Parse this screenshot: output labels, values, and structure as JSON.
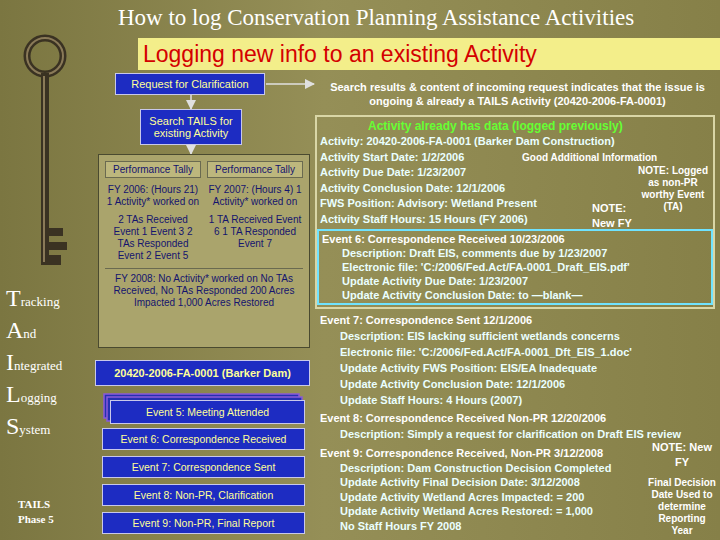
{
  "diagram": {
    "title": "How to log Conservation Planning Assistance Activities",
    "nodes": [
      {
        "text": [
          "Request for Clarification"
        ]
      },
      {
        "text": [
          "Search TAILS for existing Activity"
        ]
      },
      {
        "text": [
          "Performance Tally",
          "Performance Tally",
          "FY 2006: (Hours 21) 1 Activity* worked on",
          "FY 2007: (Hours 4) 1 Activity* worked on",
          "2 TAs Received Event 1 Event 3 2 TAs Responded Event 2 Event 5",
          "1 TA Received Event 6 1 TA Responded Event 7",
          "FY 2008: No Activity* worked on No TAs Received, No TAs Responded 200 Acres Impacted 1,000 Acres Restored"
        ]
      },
      {
        "text": [
          "20420-2006-FA-0001 (Barker Dam)"
        ]
      },
      {
        "text": [
          "Event 5: Meeting Attended"
        ]
      },
      {
        "text": [
          "Event 6: Correspondence Received"
        ]
      },
      {
        "text": [
          "Event 7: Correspondence Sent"
        ]
      },
      {
        "text": [
          "Event 8: Non-PR, Clarification"
        ]
      },
      {
        "text": [
          "Event 9: Non-PR, Final Report"
        ]
      },
      {
        "text": [
          "Activity already has data (logged previously)",
          "Activity: 20420-2006-FA-0001 (Barker Dam Construction)",
          "Activity Start Date: 1/2/2006",
          "Activity Due Date: 1/23/2007",
          "Activity Conclusion Date: 12/1/2006",
          "FWS Position: Advisory: Wetland Present",
          "Activity Staff Hours: 15 Hours (FY 2006)"
        ]
      },
      {
        "text": [
          "Event 6: Correspondence Received 10/23/2006",
          "Description: Draft EIS, comments due by 1/23/2007",
          "Electronic file: 'C:/2006/Fed.Act/FA-0001_Draft_EIS.pdf'",
          "Update Activity Due Date: 1/23/2007",
          "Update Activity Conclusion Date: to —blank—"
        ],
        "in": 9
      }
    ],
    "edges": [
      {
        "from": 0,
        "to": 1,
        "arrow": "to"
      },
      {
        "from": 1,
        "to": 2,
        "arrow": "to"
      }
    ],
    "labels": [
      "Logging new info to an existing Activity",
      "Search results & content of incoming request indicates that the issue is ongoing & already a TAILS Activity (20420-2006-FA-0001)",
      "Tracking",
      "And",
      "Integrated",
      "Logging",
      "System",
      "TAILS",
      "Phase 5",
      "Good Additional Information",
      "NOTE: Logged as non-PR worthy Event (TA)",
      "NOTE:",
      "New FY",
      "Event 7: Correspondence Sent 12/1/2006",
      "Description: EIS lacking sufficient wetlands concerns",
      "Electronic file: 'C:/2006/Fed.Act/FA-0001_Dft_EIS_1.doc'",
      "Update Activity FWS Position: EIS/EA Inadequate",
      "Update Activity Conclusion Date: 12/1/2006",
      "Update Staff Hours: 4 Hours (2007)",
      "Event 8: Correspondence Received Non-PR 12/20/2006",
      "Description: Simply a request for clarification on Draft EIS review",
      "NOTE: New FY",
      "Event 9: Correspondence Received, Non-PR 3/12/2008",
      "Description: Dam Construction Decision Completed",
      "Update Activity Final Decision Date: 3/12/2008",
      "Update Activity Wetland Acres Impacted: = 200",
      "Update Activity Wetland Acres Restored: = 1,000",
      "No Staff Hours FY 2008",
      "Final Decision Date Used to determine Reporting Year"
    ]
  }
}
